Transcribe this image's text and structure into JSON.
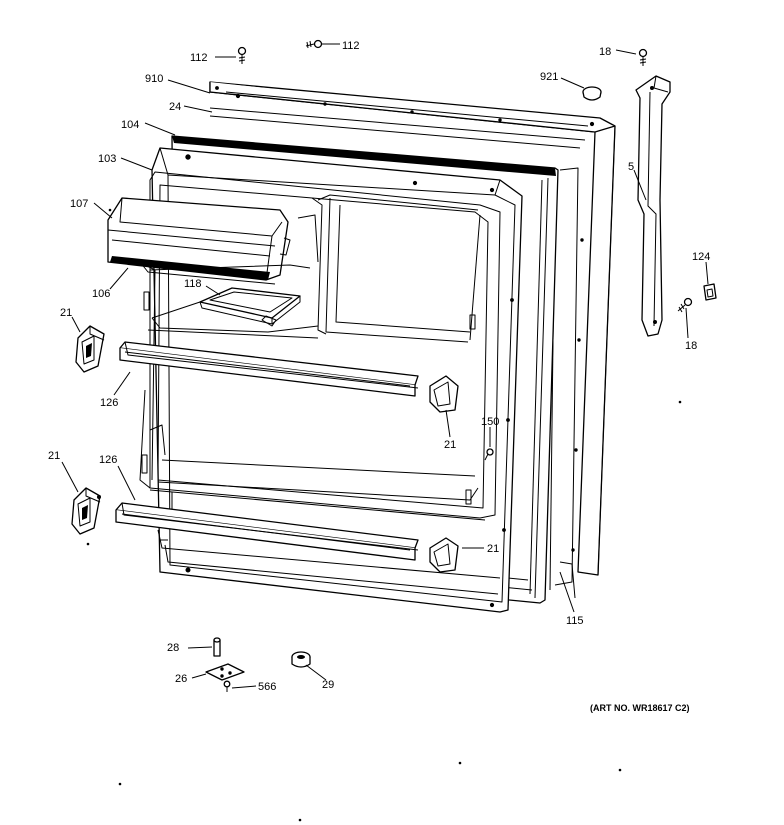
{
  "colors": {
    "ink": "#000000",
    "paper": "#ffffff"
  },
  "labels": {
    "l112a": "112",
    "l112b": "112",
    "l18a": "18",
    "l910": "910",
    "l921": "921",
    "l24": "24",
    "l104": "104",
    "l103": "103",
    "l5": "5",
    "l107": "107",
    "l124": "124",
    "l118": "118",
    "l106": "106",
    "l18b": "18",
    "l21a": "21",
    "l126a": "126",
    "l150": "150",
    "l21b": "21",
    "l21c": "21",
    "l126b": "126",
    "l21d": "21",
    "l115": "115",
    "l28": "28",
    "l26": "26",
    "l566": "566",
    "l29": "29"
  },
  "art_number": "(ART NO. WR18617 C2)"
}
